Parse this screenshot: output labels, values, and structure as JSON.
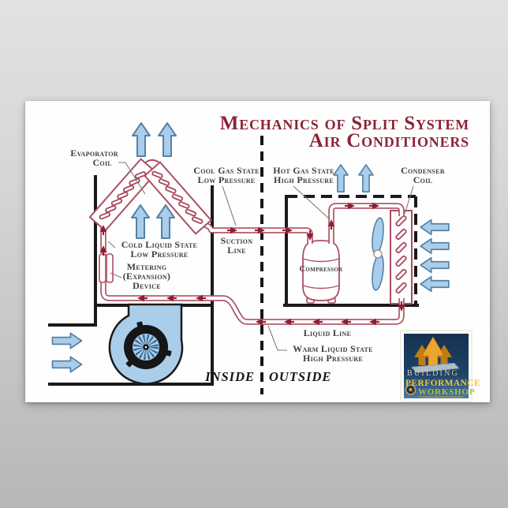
{
  "title": {
    "line1": "Mechanics of Split System",
    "line2": "Air Conditioners"
  },
  "labels": {
    "evaporator1": "Evaporator",
    "evaporator2": "Coil",
    "cool_gas1": "Cool Gas State",
    "cool_gas2": "Low Pressure",
    "hot_gas1": "Hot Gas State",
    "hot_gas2": "High Pressure",
    "condenser1": "Condenser",
    "condenser2": "Coil",
    "cold_liquid1": "Cold Liquid State",
    "cold_liquid2": "Low Pressure",
    "suction1": "Suction",
    "suction2": "Line",
    "metering1": "Metering",
    "metering2": "(Expansion)",
    "metering3": "Device",
    "compressor": "Compressor",
    "liquid_line": "Liquid Line",
    "warm_liquid1": "Warm Liquid State",
    "warm_liquid2": "High Pressure",
    "inside": "INSIDE",
    "outside": "OUTSIDE"
  },
  "logo": {
    "line1": "BUILDING",
    "line2": "PERFORMANCE",
    "line3": "WORKSHOP"
  },
  "colors": {
    "title_maroon": "#8b2337",
    "pipe_rose": "#ab4e62",
    "flow_arrow_red": "#8e1f32",
    "air_arrow_fill": "#aacdea",
    "air_arrow_stroke": "#5581a8",
    "structure_black": "#1a1a1a",
    "label_gray": "#3d3d3d",
    "logo_navy": "#16324f",
    "logo_gold": "#e8a22c",
    "logo_green": "#b3c238",
    "poster_white": "#fefefe",
    "background_gray": "#c9c9cb"
  }
}
